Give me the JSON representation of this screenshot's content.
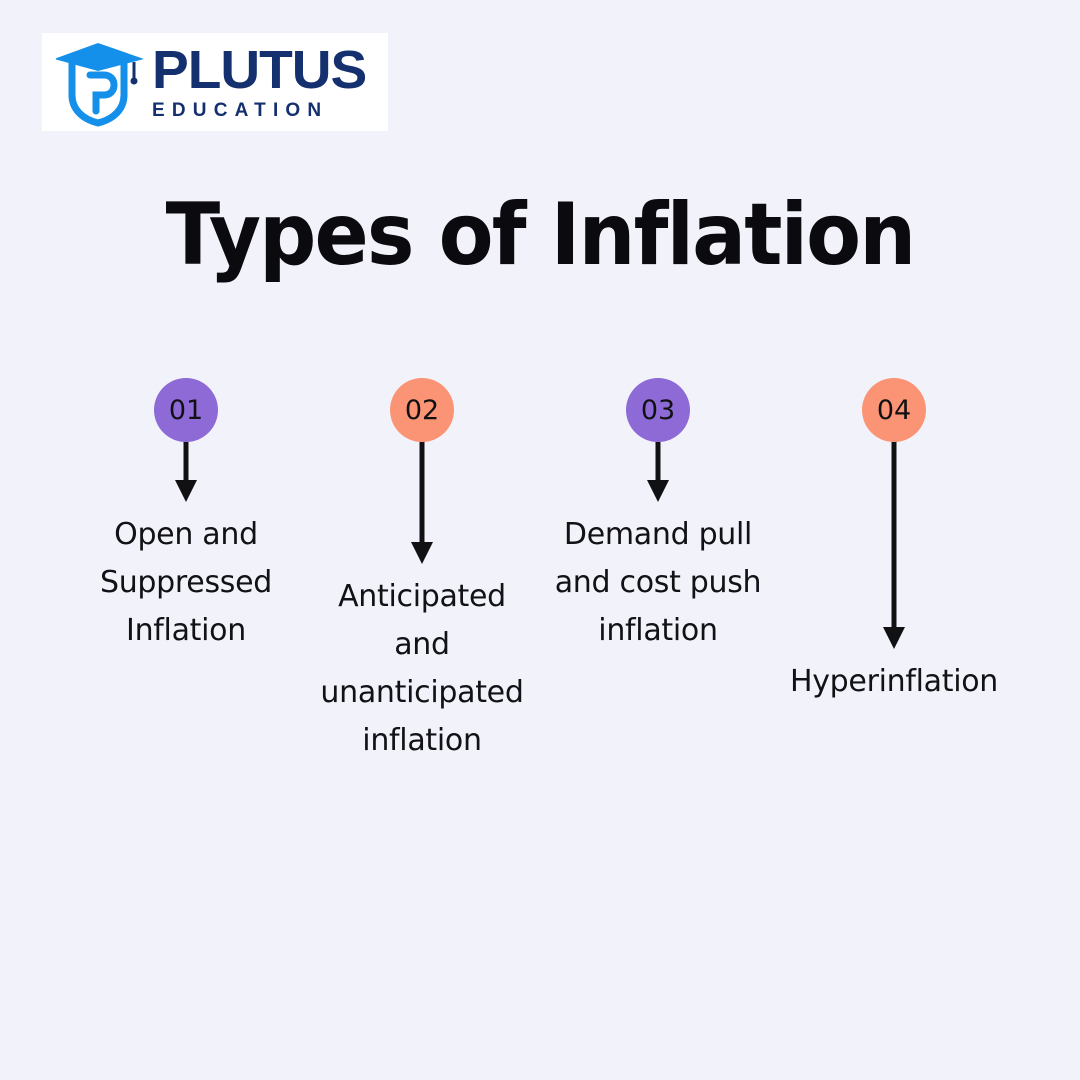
{
  "page": {
    "background_color": "#f2f3fa",
    "title": "Types of Inflation"
  },
  "logo": {
    "name_primary": "PLUTUS",
    "name_secondary": "EDUCATION",
    "mark": "graduation-cap-shield-icon",
    "brand_navy": "#14306e",
    "brand_blue": "#1490ea",
    "brand_blue_dark": "#0f7fe0",
    "plate_color": "#ffffff"
  },
  "steps": [
    {
      "number": "01",
      "label": "Open and\nSuppressed\nInflation",
      "color": "#8d6ad6",
      "arrow_length": 60
    },
    {
      "number": "02",
      "label": "Anticipated\nand\nunanticipated\ninflation",
      "color": "#fa9474",
      "arrow_length": 122
    },
    {
      "number": "03",
      "label": "Demand pull\nand cost push\ninflation",
      "color": "#8d6ad6",
      "arrow_length": 60
    },
    {
      "number": "04",
      "label": "Hyperinflation",
      "color": "#fa9474",
      "arrow_length": 207
    }
  ],
  "arrow": {
    "color": "#111114",
    "icon": "down-arrow-icon"
  }
}
